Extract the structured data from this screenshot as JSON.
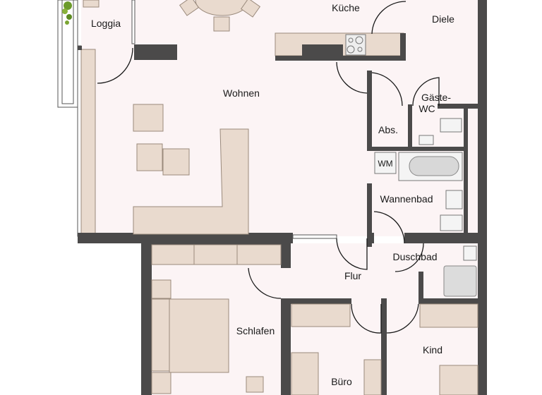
{
  "floor_plan": {
    "rooms": {
      "kueche": "Küche",
      "diele": "Diele",
      "loggia": "Loggia",
      "wohnen": "Wohnen",
      "gaeste_wc_1": "Gäste-",
      "gaeste_wc_2": "WC",
      "abs": "Abs.",
      "wm": "WM",
      "wannenbad": "Wannenbad",
      "duschbad": "Duschbad",
      "flur": "Flur",
      "schlafen": "Schlafen",
      "buero": "Büro",
      "kind": "Kind"
    },
    "colors": {
      "wall": "#4b4a4a",
      "floor": "#fcf4f5",
      "furniture": "#e9dace"
    }
  }
}
